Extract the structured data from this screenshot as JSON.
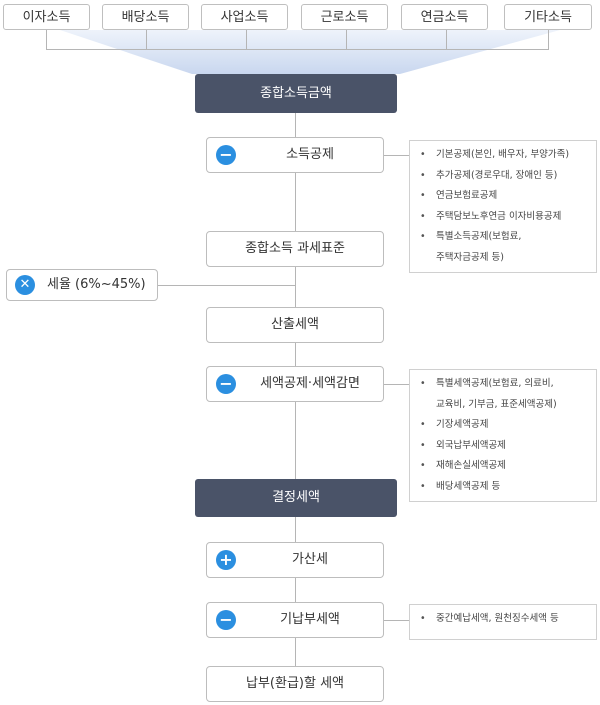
{
  "income_sources": [
    "이자소득",
    "배당소득",
    "사업소득",
    "근로소득",
    "연금소득",
    "기타소득"
  ],
  "comprehensive_income": "종합소득금액",
  "deduction": {
    "label": "소득공제",
    "icon": "minus-icon",
    "notes": [
      "기본공제(본인, 배우자, 부양가족)",
      "추가공제(경로우대, 장애인 등)",
      "연금보험료공제",
      "주택담보노후연금 이자비용공제",
      "특별소득공제(보험료,\n주택자금공제 등)"
    ]
  },
  "tax_base": "종합소득 과세표준",
  "tax_rate": {
    "label": "세율 (6%~45%)",
    "icon": "multiply-icon"
  },
  "computed_tax": "산출세액",
  "tax_credit": {
    "label": "세액공제·세액감면",
    "icon": "minus-icon",
    "notes": [
      "특별세액공제(보험료, 의료비,\n교육비, 기부금, 표준세액공제)",
      "기장세액공제",
      "외국납부세액공제",
      "재해손실세액공제",
      "배당세액공제 등"
    ]
  },
  "determined_tax": "결정세액",
  "surcharge": {
    "label": "가산세",
    "icon": "plus-icon"
  },
  "prepaid_tax": {
    "label": "기납부세액",
    "icon": "minus-icon",
    "notes": [
      "중간예납세액, 원천징수세액 등"
    ]
  },
  "final_tax": "납부(환급)할 세액",
  "colors": {
    "dark_box": "#4a5368",
    "icon": "#2b8fe0",
    "funnel": "#dce6f5"
  }
}
